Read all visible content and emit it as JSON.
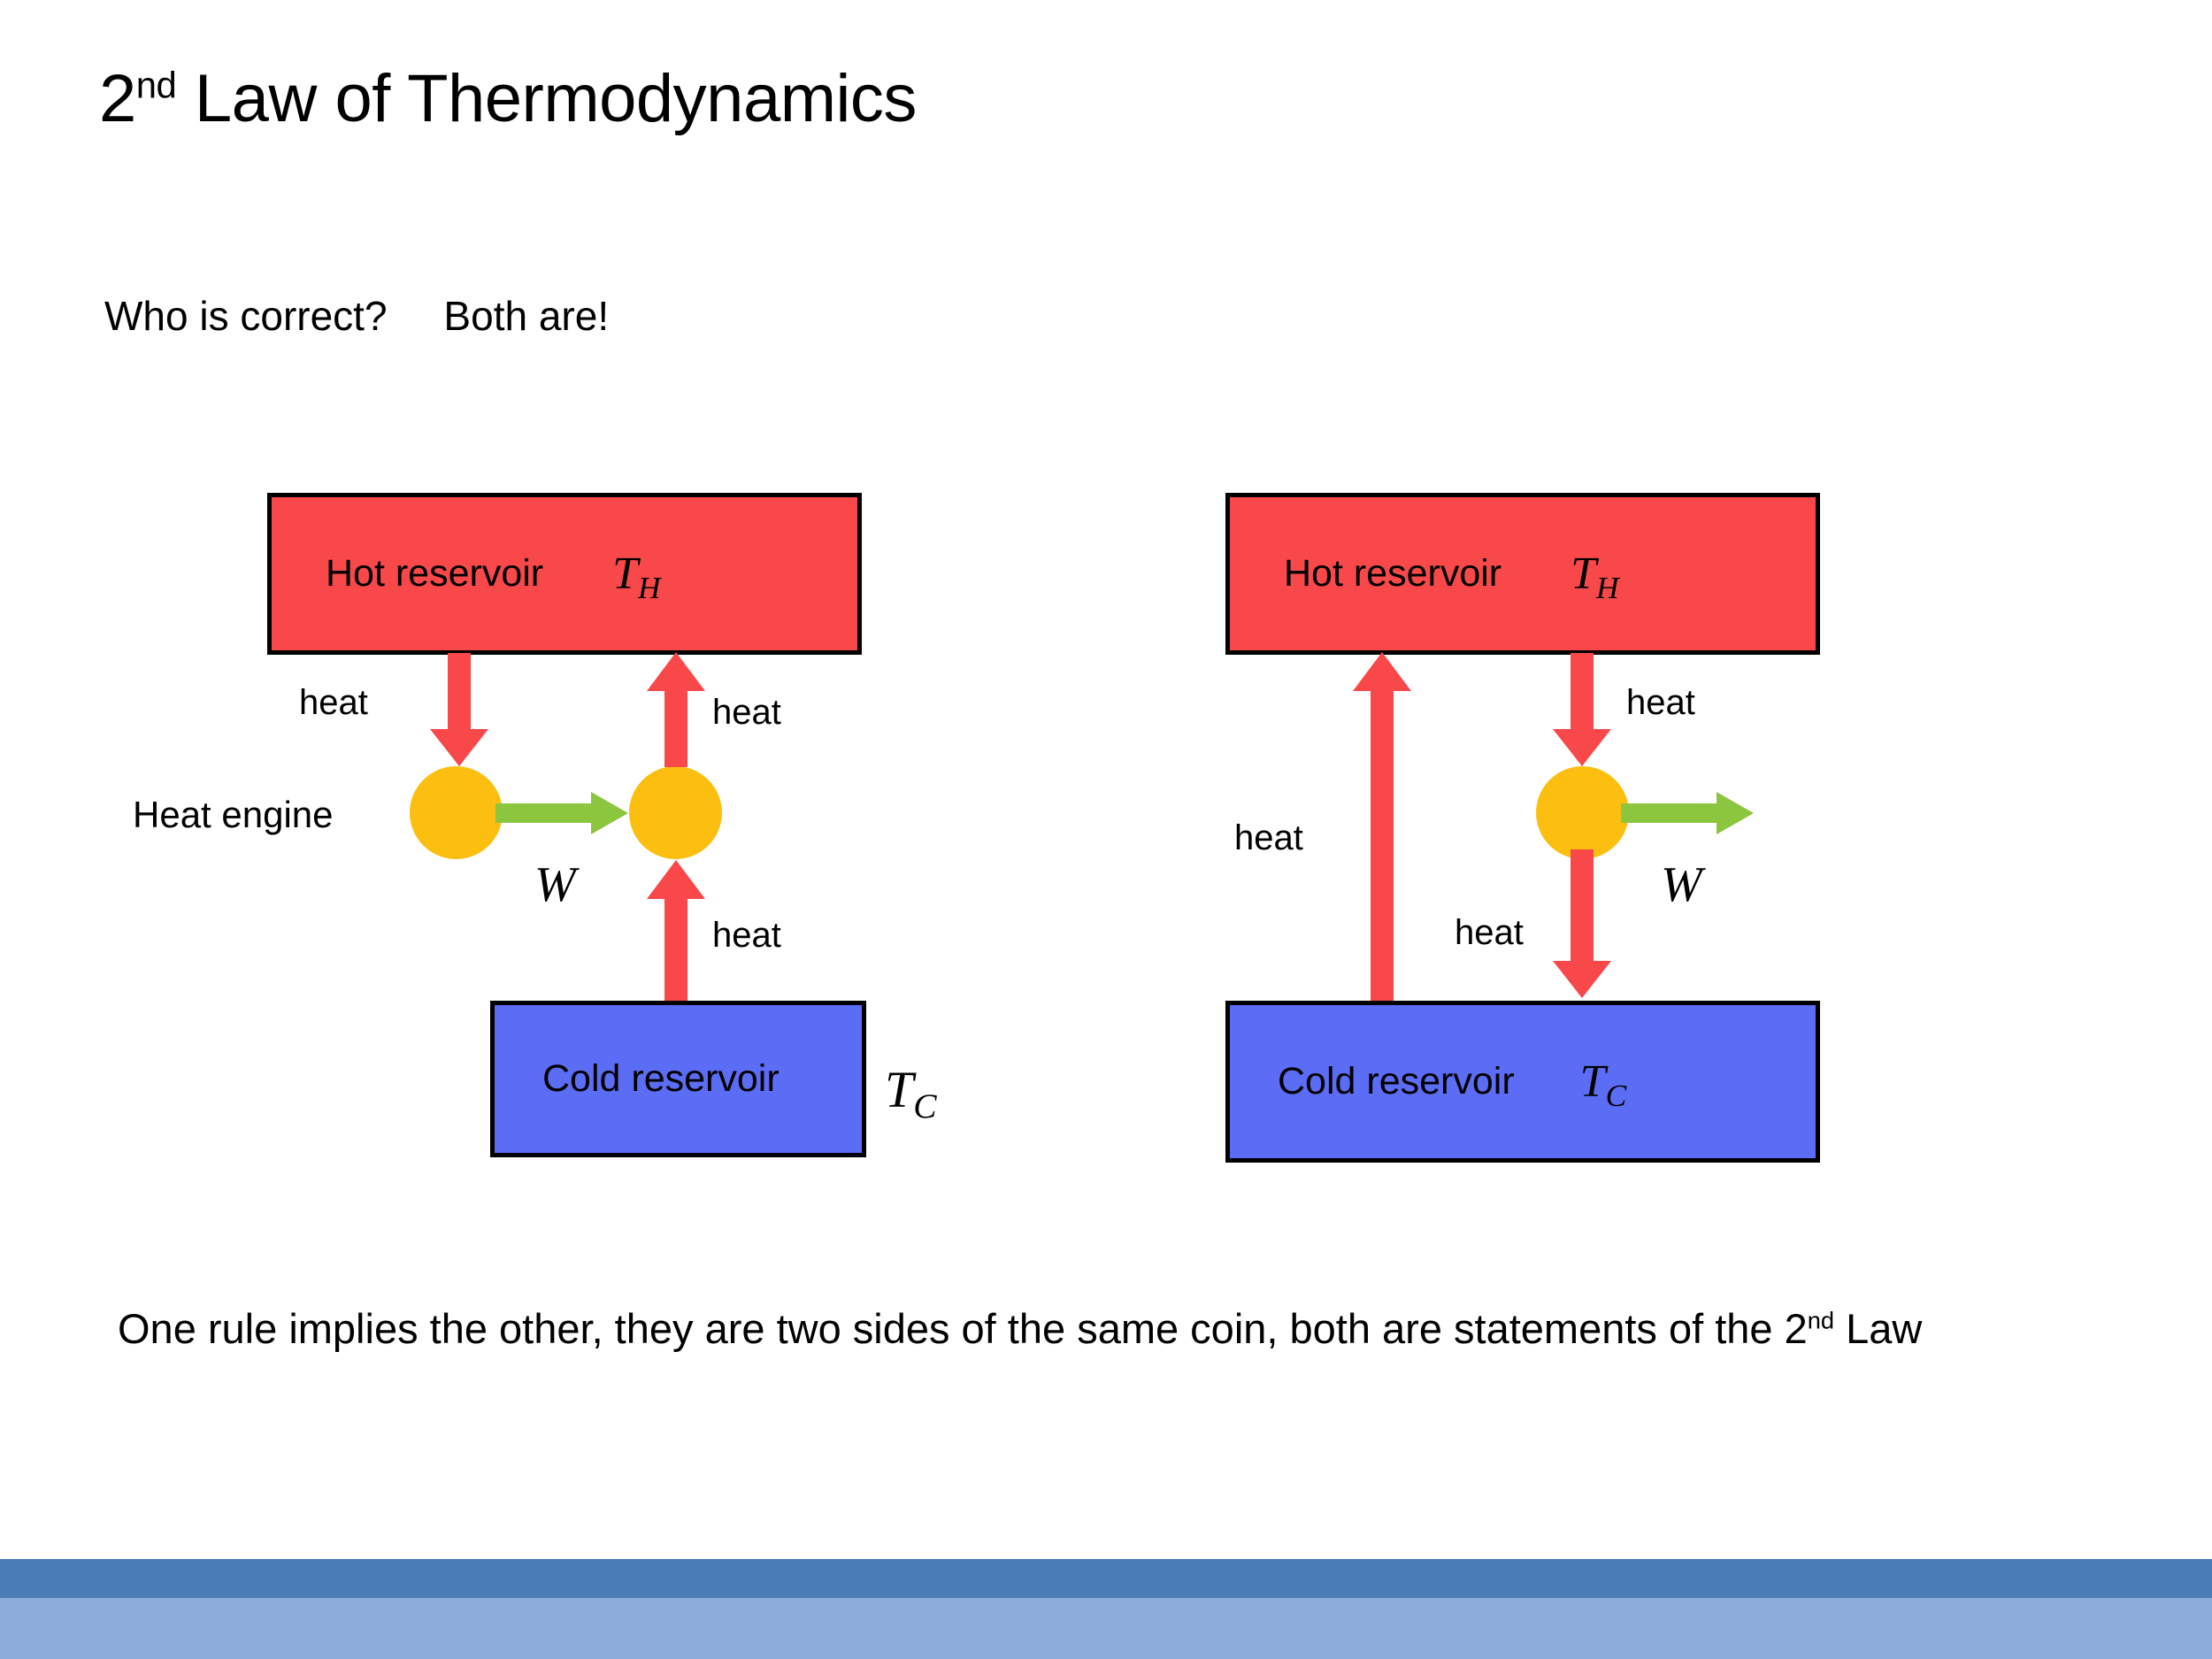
{
  "slide": {
    "title_main": "Law of Thermodynamics",
    "title_number": "2",
    "title_ordinal": "nd",
    "question": "Who is correct?     Both are!",
    "conclusion_part1": "One rule implies the other, they are two sides of the same coin, both are statements of the ",
    "conclusion_number": "2",
    "conclusion_ordinal": "nd",
    "conclusion_part2": " Law"
  },
  "colors": {
    "hot_reservoir": "#F8484A",
    "cold_reservoir": "#5B6CF5",
    "engine": "#FCBF10",
    "work_arrow": "#8CC63F",
    "heat_arrow": "#F8484A",
    "footer_dark": "#4A7CB5",
    "footer_light": "#8CADDA",
    "outline": "#000000"
  },
  "diagrams": [
    {
      "id": "heat-engine-diagram",
      "hot_reservoir_label": "Hot reservoir",
      "hot_temperature_symbol": "T",
      "hot_temperature_subscript": "H",
      "cold_reservoir_label": "Cold reservoir",
      "cold_temperature_symbol": "T",
      "cold_temperature_subscript": "C",
      "engine_label": "Heat engine",
      "work_label": "W",
      "heat_labels": [
        "heat",
        "heat",
        "heat"
      ]
    },
    {
      "id": "refrigerator-diagram",
      "hot_reservoir_label": "Hot reservoir",
      "hot_temperature_symbol": "T",
      "hot_temperature_subscript": "H",
      "cold_reservoir_label": "Cold reservoir",
      "cold_temperature_symbol": "T",
      "cold_temperature_subscript": "C",
      "work_label": "W",
      "heat_labels": [
        "heat",
        "heat",
        "heat"
      ]
    }
  ]
}
